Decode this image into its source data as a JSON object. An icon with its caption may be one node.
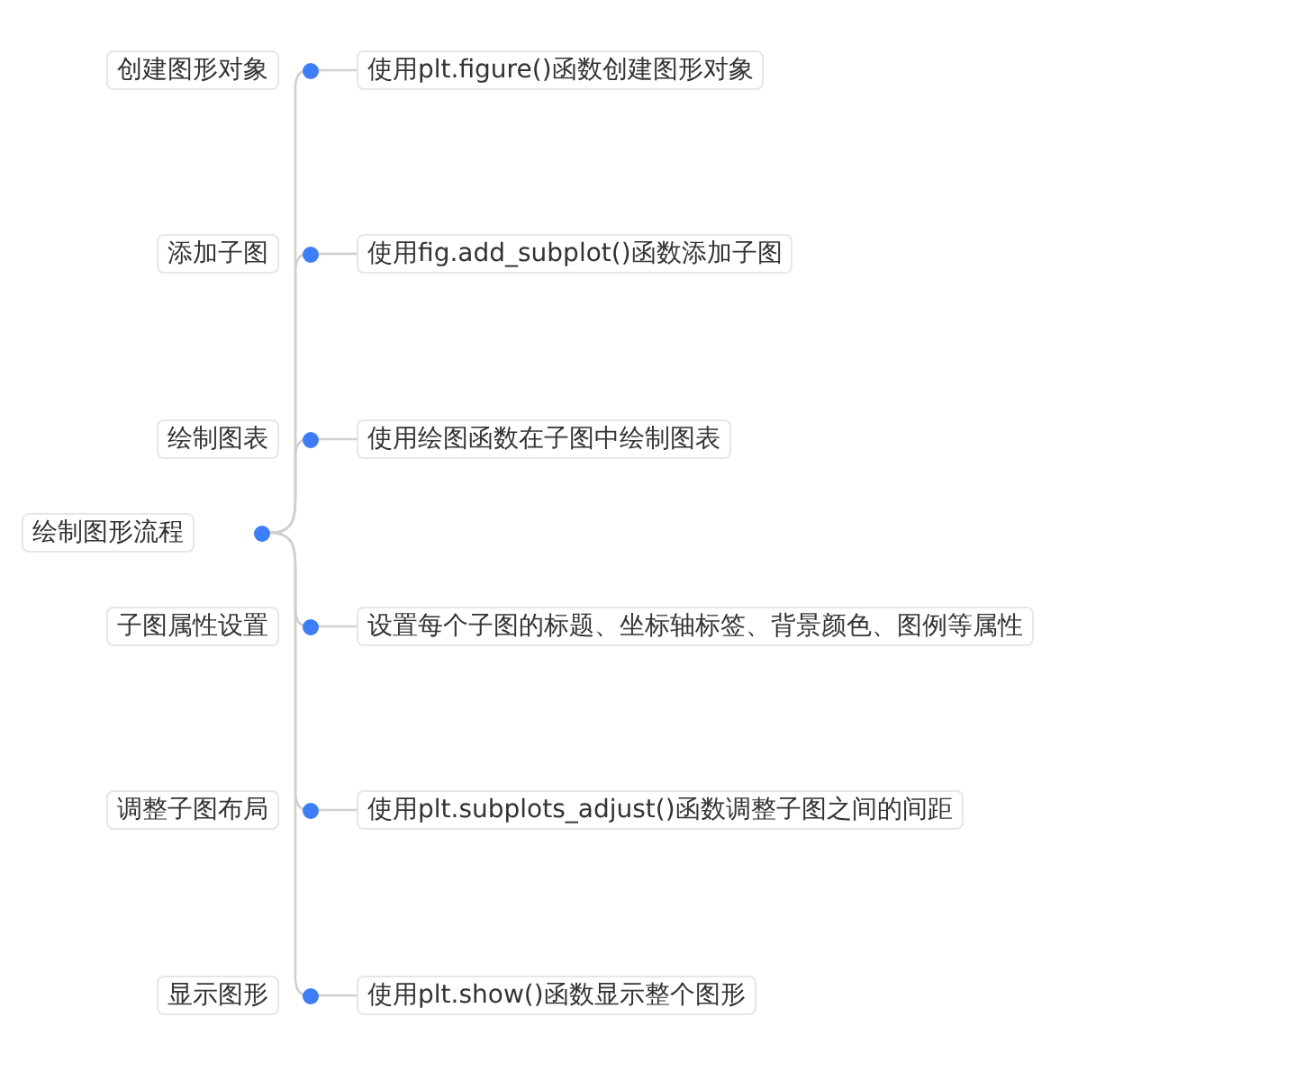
{
  "diagram": {
    "nodes": [
      {
        "text": [
          "绘制图形流程"
        ]
      },
      {
        "text": [
          "创建图形对象"
        ]
      },
      {
        "text": [
          "添加子图"
        ]
      },
      {
        "text": [
          "绘制图表"
        ]
      },
      {
        "text": [
          "子图属性设置"
        ]
      },
      {
        "text": [
          "调整子图布局"
        ]
      },
      {
        "text": [
          "显示图形"
        ]
      },
      {
        "text": [
          "使用plt.figure()函数创建图形对象"
        ]
      },
      {
        "text": [
          "使用fig.add_subplot()函数添加子图"
        ]
      },
      {
        "text": [
          "使用绘图函数在子图中绘制图表"
        ]
      },
      {
        "text": [
          "设置每个子图的标题、坐标轴标签、背景颜色、图例等属性"
        ]
      },
      {
        "text": [
          "使用plt.subplots_adjust()函数调整子图之间的间距"
        ]
      },
      {
        "text": [
          "使用plt.show()函数显示整个图形"
        ]
      }
    ],
    "edges": [
      {
        "from": 0,
        "to": 1,
        "arrow": "none"
      },
      {
        "from": 0,
        "to": 2,
        "arrow": "none"
      },
      {
        "from": 0,
        "to": 3,
        "arrow": "none"
      },
      {
        "from": 0,
        "to": 4,
        "arrow": "none"
      },
      {
        "from": 0,
        "to": 5,
        "arrow": "none"
      },
      {
        "from": 0,
        "to": 6,
        "arrow": "none"
      },
      {
        "from": 1,
        "to": 7,
        "arrow": "none"
      },
      {
        "from": 2,
        "to": 8,
        "arrow": "none"
      },
      {
        "from": 3,
        "to": 9,
        "arrow": "none"
      },
      {
        "from": 4,
        "to": 10,
        "arrow": "none"
      },
      {
        "from": 5,
        "to": 11,
        "arrow": "none"
      },
      {
        "from": 6,
        "to": 12,
        "arrow": "none"
      }
    ]
  }
}
